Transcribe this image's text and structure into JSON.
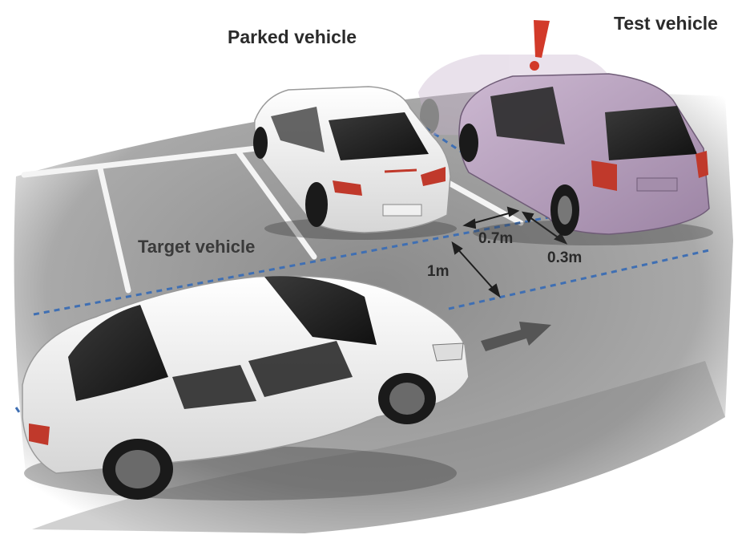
{
  "labels": {
    "parked_vehicle": "Parked vehicle",
    "test_vehicle": "Test vehicle",
    "target_vehicle": "Target vehicle"
  },
  "dimensions": {
    "lateral_gap": "0.7m",
    "rear_offset": "0.3m",
    "path_offset": "1m"
  },
  "icons": {
    "warning": "exclamation-icon",
    "direction": "arrow-right-icon"
  },
  "colors": {
    "dashed_line": "#3f6fb3",
    "warning": "#d23a2a",
    "test_vehicle_body": "#b8a2be",
    "parked_vehicle_body": "#e8e8e8",
    "target_vehicle_body": "#f4f4f4"
  }
}
